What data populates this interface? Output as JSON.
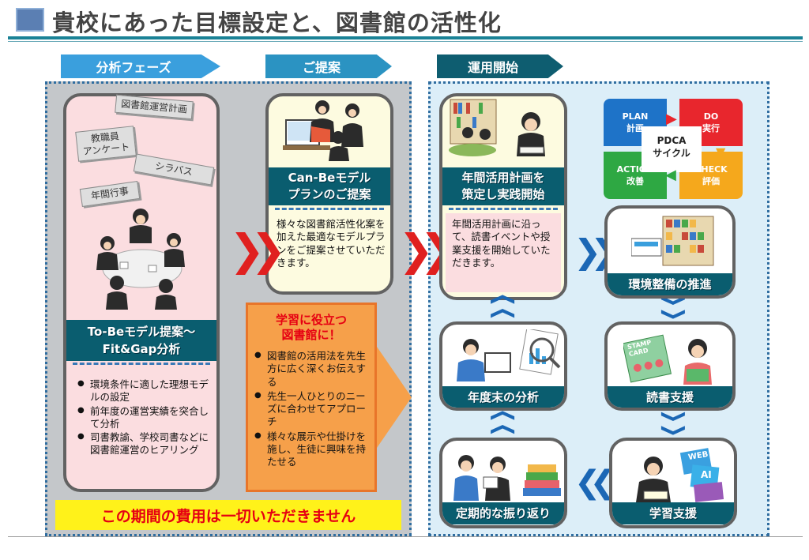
{
  "header": {
    "title": "貴校にあった目標設定と、図書館の活性化"
  },
  "phases": [
    {
      "label": "分析フェーズ"
    },
    {
      "label": "ご提案"
    },
    {
      "label": "運用開始"
    }
  ],
  "analysis": {
    "tags": [
      "図書館運営計画",
      "教職員\nアンケート",
      "シラバス",
      "年間行事"
    ],
    "title_line1": "To-Beモデル提案～",
    "title_line2": "Fit&Gap分析",
    "bullets": [
      "環境条件に適した理想モデルの設定",
      "前年度の運営実績を突合して分析",
      "司書教諭、学校司書などに図書館運営のヒアリング"
    ],
    "cost_notice": "この期間の費用は一切いただきません"
  },
  "proposal": {
    "title_line1": "Can-Beモデル",
    "title_line2": "プランのご提案",
    "description": "様々な図書館活性化案を加えた最適なモデルプランをご提案させていただきます。"
  },
  "learning": {
    "heading_line1": "学習に役立つ",
    "heading_line2": "図書館に！",
    "bullets": [
      "図書館の活用法を先生方に広く深くお伝えする",
      "先生一人ひとりのニーズに合わせてアプローチ",
      "様々な展示や仕掛けを施し、生徒に興味を持たせる"
    ]
  },
  "operation": {
    "title_line1": "年間活用計画を",
    "title_line2": "策定し実践開始",
    "description": "年間活用計画に沿って、読書イベントや授業支援を開始していただきます。"
  },
  "pdca": {
    "center_line1": "PDCA",
    "center_line2": "サイクル",
    "plan": {
      "en": "PLAN",
      "ja": "計画",
      "color": "#1e73c8"
    },
    "do": {
      "en": "DO",
      "ja": "実行",
      "color": "#e8262d"
    },
    "check": {
      "en": "CHECK",
      "ja": "評価",
      "color": "#f5a81c"
    },
    "action": {
      "en": "ACTION",
      "ja": "改善",
      "color": "#2ea843"
    }
  },
  "cycle": {
    "env": "環境整備の推進",
    "reading": "読書支援",
    "learning_support": "学習支援",
    "review": "定期的な振り返り",
    "year_end": "年度末の分析"
  },
  "illustration_text": {
    "stamp_card": "STAMP\nCARD",
    "web": "WEB",
    "ai": "AI"
  },
  "colors": {
    "label_band": "#0a5d6f",
    "analysis_bg": "#fbdde0",
    "proposal_bg": "#fdfbe0",
    "right_panel": "#dceef8",
    "phase1": "#3a9fdd",
    "phase2": "#2b93c2",
    "phase3": "#0e5d70"
  }
}
